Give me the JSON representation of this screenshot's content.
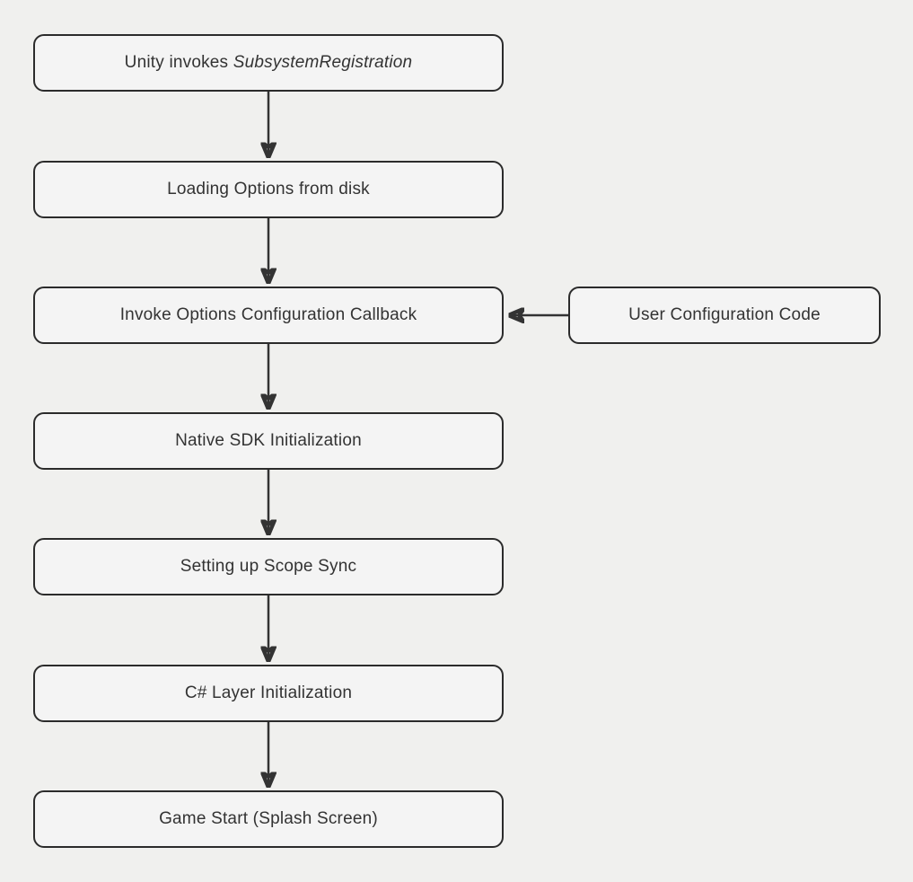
{
  "diagram": {
    "type": "flowchart",
    "direction": "top-down",
    "colors": {
      "background": "#f0f0ee",
      "node_fill": "#f4f4f4",
      "node_border": "#2b2b2b",
      "text": "#333333",
      "arrow": "#333333"
    },
    "nodes": [
      {
        "id": "unity-invokes",
        "label_prefix": "Unity invokes ",
        "label_italic": "SubsystemRegistration"
      },
      {
        "id": "loading-options",
        "label": "Loading Options from disk"
      },
      {
        "id": "invoke-options-callback",
        "label": "Invoke Options Configuration Callback"
      },
      {
        "id": "native-sdk-init",
        "label": "Native SDK Initialization"
      },
      {
        "id": "scope-sync",
        "label": "Setting up Scope Sync"
      },
      {
        "id": "csharp-layer-init",
        "label": "C# Layer Initialization"
      },
      {
        "id": "game-start",
        "label": "Game Start (Splash Screen)"
      }
    ],
    "side_node": {
      "id": "user-configuration-code",
      "label": "User Configuration Code"
    },
    "edges": [
      {
        "from": "unity-invokes",
        "to": "loading-options"
      },
      {
        "from": "loading-options",
        "to": "invoke-options-callback"
      },
      {
        "from": "user-configuration-code",
        "to": "invoke-options-callback"
      },
      {
        "from": "invoke-options-callback",
        "to": "native-sdk-init"
      },
      {
        "from": "native-sdk-init",
        "to": "scope-sync"
      },
      {
        "from": "scope-sync",
        "to": "csharp-layer-init"
      },
      {
        "from": "csharp-layer-init",
        "to": "game-start"
      }
    ]
  }
}
